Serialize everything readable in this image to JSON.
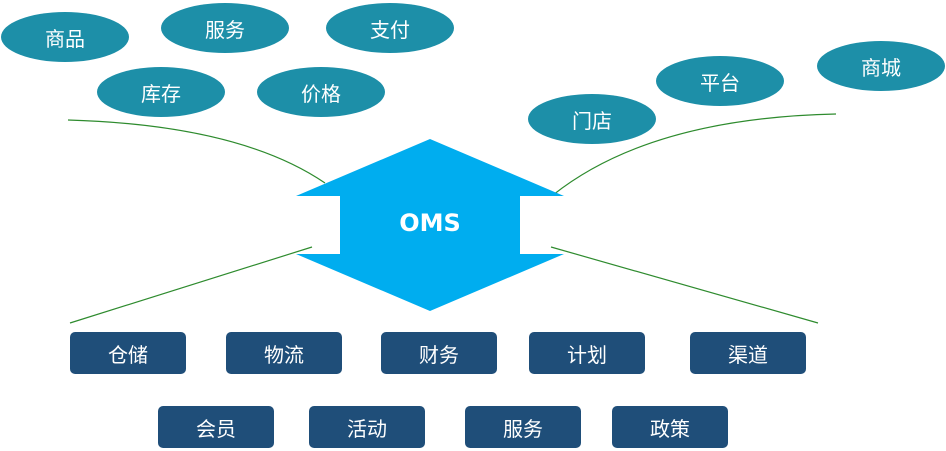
{
  "center": {
    "label": "OMS",
    "color": "#00adef"
  },
  "colors": {
    "ellipse": "#1d8fa8",
    "box": "#1f4e79",
    "connector": "#2e8b2e"
  },
  "top_left_items": [
    "商品",
    "服务",
    "支付",
    "库存",
    "价格"
  ],
  "top_right_items": [
    "门店",
    "平台",
    "商城"
  ],
  "bottom_row1": [
    "仓储",
    "物流",
    "财务",
    "计划",
    "渠道"
  ],
  "bottom_row2": [
    "会员",
    "活动",
    "服务",
    "政策"
  ]
}
